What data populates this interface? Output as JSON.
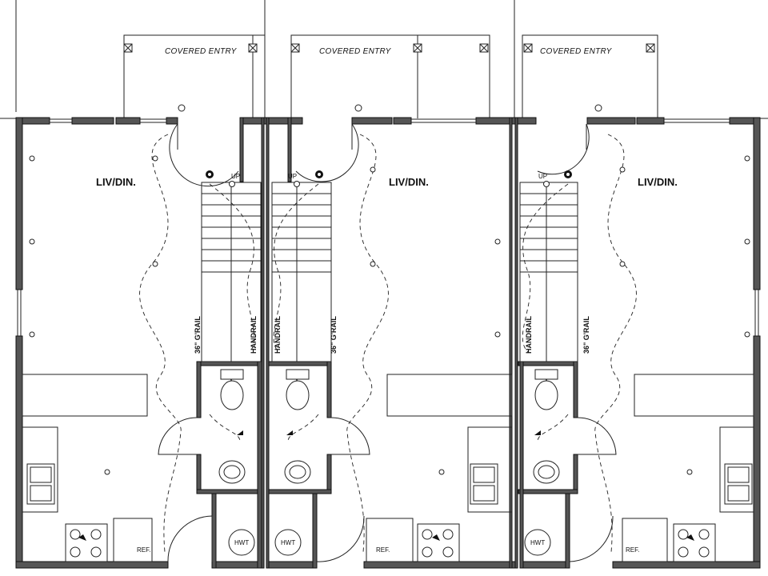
{
  "units": [
    {
      "id": "unit-1",
      "entry": "COVERED ENTRY",
      "room": "LIV/DIN.",
      "up": "UP",
      "rail_a": "36\" G'RAIL",
      "rail_b": "HANDRAIL",
      "water_heater": "HWT",
      "fridge": "REF."
    },
    {
      "id": "unit-2",
      "entry": "COVERED ENTRY",
      "room": "LIV/DIN.",
      "up": "UP",
      "rail_a": "36\" G'RAIL",
      "rail_b": "HANDRAIL",
      "water_heater": "HWT",
      "fridge": "REF."
    },
    {
      "id": "unit-3",
      "entry": "COVERED ENTRY",
      "room": "LIV/DIN.",
      "up": "UP",
      "rail_a": "36\" G'RAIL",
      "rail_b": "HANDRAIL",
      "water_heater": "HWT",
      "fridge": "REF."
    }
  ]
}
